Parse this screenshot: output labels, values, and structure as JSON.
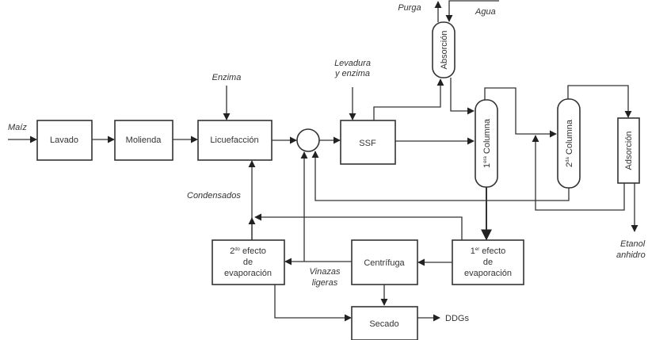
{
  "diagram": {
    "blocks": {
      "lavado": "Lavado",
      "molienda": "Molienda",
      "licuefaccion": "Licuefacción",
      "ssf": "SSF",
      "absorcion": "Absorción",
      "columna1_num": "1",
      "columna1_sup": "era",
      "columna1_label": "Columna",
      "columna2_num": "2",
      "columna2_sup": "da",
      "columna2_label": "Columna",
      "adsorcion": "Adsorción",
      "efecto1_num": "1",
      "efecto1_sup": "er",
      "efecto1_line1": "efecto",
      "efecto1_line2": "de",
      "efecto1_line3": "evaporación",
      "efecto2_num": "2",
      "efecto2_sup": "do",
      "efecto2_line1": "efecto",
      "efecto2_line2": "de",
      "efecto2_line3": "evaporación",
      "centrifuga": "Centrífuga",
      "secado": "Secado"
    },
    "streams": {
      "maiz": "Maíz",
      "enzima": "Enzima",
      "levadura_1": "Levadura",
      "levadura_2": "y enzima",
      "purga": "Purga",
      "agua": "Agua",
      "condensados": "Condensados",
      "vinazas_1": "Vinazas",
      "vinazas_2": "ligeras",
      "ddgs": "DDGs",
      "etanol_1": "Etanol",
      "etanol_2": "anhidro"
    }
  }
}
